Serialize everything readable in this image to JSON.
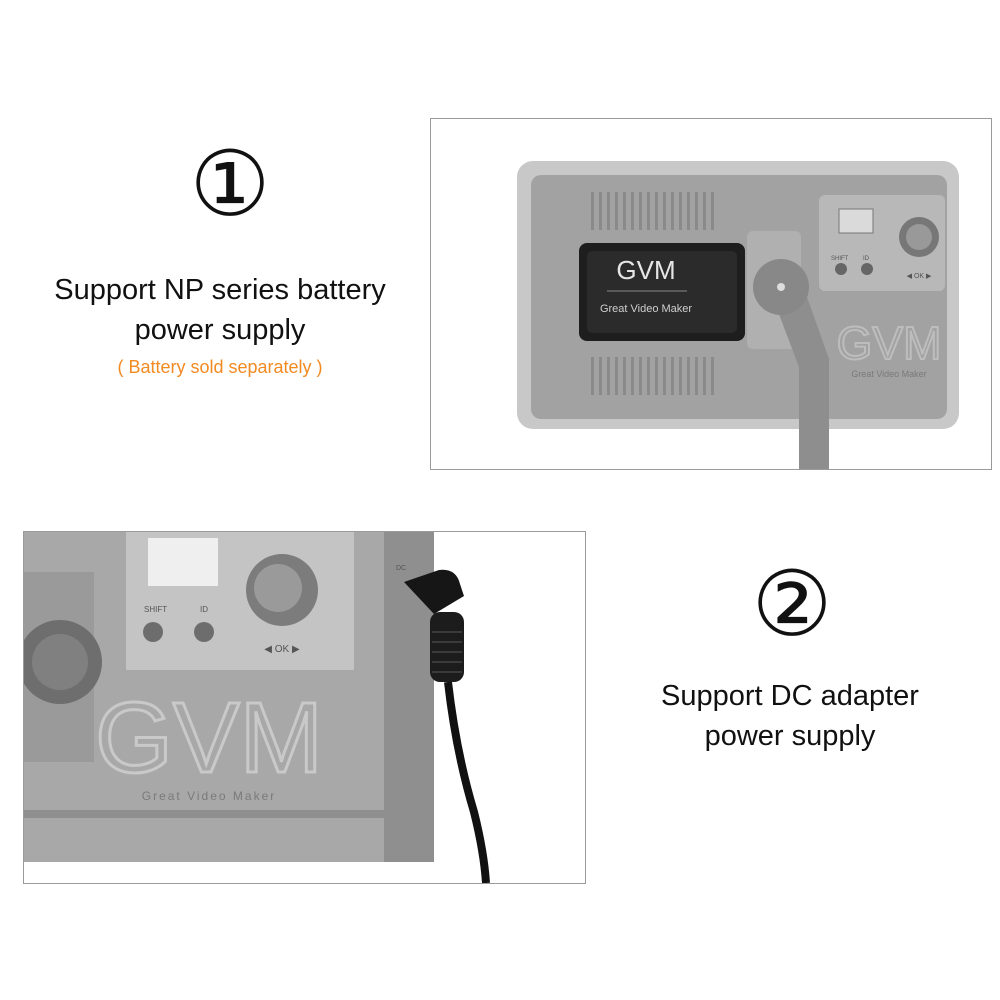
{
  "section1": {
    "number": "①",
    "line1": "Support NP series battery",
    "line2": "power supply",
    "note": "( Battery sold separately )",
    "photo": {
      "battery_brand": "GVM",
      "battery_tagline": "Great Video Maker",
      "panel_brand": "GVM",
      "panel_tagline": "Great Video Maker",
      "button_left": "SHIFT",
      "button_right": "ID",
      "knob_label": "◀ OK ▶"
    }
  },
  "section2": {
    "number": "②",
    "line1": "Support DC adapter",
    "line2": "power supply",
    "photo": {
      "panel_brand": "GVM",
      "panel_tagline": "Great Video Maker",
      "button_left": "SHIFT",
      "button_right": "ID",
      "knob_label": "◀ OK ▶",
      "port_label": "DC"
    }
  },
  "colors": {
    "note": "#f28a22",
    "frame_border": "#9a9a9a",
    "panel": "#9d9d9d"
  }
}
